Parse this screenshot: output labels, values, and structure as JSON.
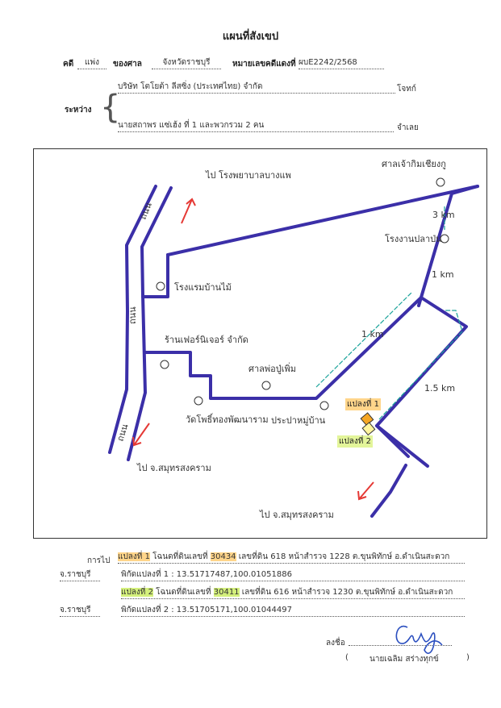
{
  "header": {
    "title": "แผนที่สังเขป",
    "case_label": "คดี",
    "case_type": "แพ่ง",
    "court_label": "ของศาล",
    "court_name": "จังหวัดราชบุรี",
    "red_case_label": "หมายเลขคดีแดงที่",
    "red_case_number": "ผบE2242/2568",
    "between_label": "ระหว่าง",
    "plaintiff": "บริษัท โตโยต้า ลีสซิ่ง (ประเทศไทย) จำกัด",
    "plaintiff_role": "โจทก์",
    "defendant": "นายสถาพร แซ่เฮ้ง ที่ 1 และพวกรวม 2 คน",
    "defendant_role": "จำเลย"
  },
  "map": {
    "road_label": "ถนน",
    "to_north": "ไป โรงพยาบาลบางแพ",
    "to_southwest": "ไป จ.สมุทรสงคราม",
    "to_southeast": "ไป จ.สมุทรสงคราม",
    "dist_3km": "3 km",
    "dist_1km_a": "1 km",
    "dist_1km_b": "1 km",
    "dist_15km": "1.5 km",
    "landmarks": [
      "ศาลเจ้ากิมเชียงกู",
      "โรงงานปลาป่น",
      "โรงแรมบ้านไม้",
      "ร้านเฟอร์นิเจอร์ จำกัด",
      "ศาลพ่อปู่เพิ่ม",
      "วัดโพธิ์ทองพัฒนาราม",
      "ประปาหมู่บ้าน"
    ],
    "parcel_1": "แปลงที่ 1",
    "parcel_2": "แปลงที่ 2"
  },
  "footer": {
    "directions_label": "การไป",
    "parcel1_prefix": "แปลงที่ 1",
    "parcel1_text_a": "โฉนดที่ดินเลขที่",
    "parcel1_deed": "30434",
    "parcel1_text_b": "เลขที่ดิน 618 หน้าสำรวจ 1228 ต.ขุนพิทักษ์ อ.ดำเนินสะดวก",
    "parcel1_province": "จ.ราชบุรี",
    "parcel1_coords": "พิกัดแปลงที่ 1 : 13.51717487,100.01051886",
    "parcel2_prefix": "แปลงที่ 2",
    "parcel2_text_a": "โฉนดที่ดินเลขที่",
    "parcel2_deed": "30411",
    "parcel2_text_b": "เลขที่ดิน 616 หน้าสำรวจ 1230 ต.ขุนพิทักษ์ อ.ดำเนินสะดวก",
    "parcel2_province": "จ.ราชบุรี",
    "parcel2_coords": "พิกัดแปลงที่ 2 : 13.51705171,100.01044497",
    "sign_label": "ลงชื่อ",
    "signer": "นายเฉลิม สร่างทุกข์",
    "open_paren": "(",
    "close_paren": ")"
  },
  "colors": {
    "road": "#3b2fa8",
    "arrow": "#e53935",
    "distance": "#1aa39a",
    "parcel": "#f5a623"
  }
}
